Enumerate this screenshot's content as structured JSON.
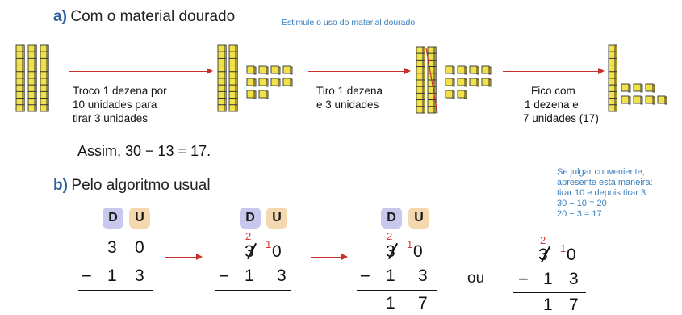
{
  "section_a": {
    "letter": "a)",
    "title": "Com o material dourado",
    "note": "Estimule o uso do material dourado.",
    "caption1": [
      "Troco 1 dezena por",
      "10 unidades para",
      "tirar 3 unidades"
    ],
    "caption2": [
      "Tiro 1 dezena",
      "e 3 unidades"
    ],
    "caption3": [
      "Fico com",
      "1 dezena e",
      "7 unidades (17)"
    ],
    "result": "Assim, 30 − 13 = 17."
  },
  "section_b": {
    "letter": "b)",
    "title": "Pelo algoritmo usual",
    "note": [
      "Se julgar conveniente,",
      "apresente esta maneira:",
      "tirar 10 e depois tirar 3.",
      "30 − 10 = 20",
      "20 − 3 = 17"
    ],
    "col_d": "D",
    "col_u": "U",
    "top": [
      "3",
      "0"
    ],
    "bottom": [
      "1",
      "3"
    ],
    "minus_sign": "−",
    "borrow_tens": "2",
    "borrow_units": "1",
    "answer": [
      "1",
      "7"
    ],
    "ou": "ou"
  },
  "colors": {
    "heading_blue": "#2f5f9e",
    "note_blue": "#3a7fc0",
    "arrow_red": "#c8302b",
    "block_yellow": "#f2e24a",
    "badge_d": "#c8c8ee",
    "badge_u": "#f4d8b0"
  }
}
